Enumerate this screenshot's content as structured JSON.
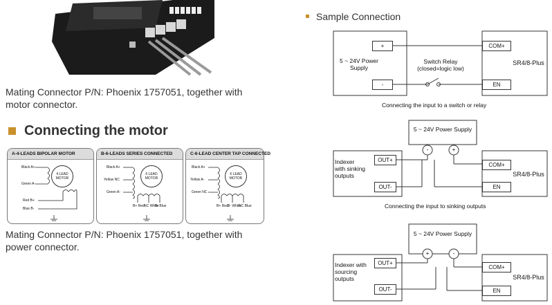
{
  "left": {
    "caption_1": "Mating Connector P/N: Phoenix 1757051, together with motor connector.",
    "heading": "Connecting the motor",
    "caption_2": "Mating Connector P/N: Phoenix 1757051, together with power connector.",
    "motor_boxes": [
      {
        "title": "A-4-LEADS BIPOLAR MOTOR",
        "labels": [
          "Black A+",
          "Green A-",
          "Red B+",
          "Blue B-"
        ],
        "motor": "4 LEAD MOTOR"
      },
      {
        "title": "B-6-LEADS SERIES CONNECTED",
        "labels": [
          "Black A+",
          "Yellow NC",
          "Green A-",
          "B+ Red",
          "NC White",
          "B- Blue"
        ],
        "motor": "6 LEAD MOTOR"
      },
      {
        "title": "C-6-LEAD CENTER TAP CONNECTED",
        "labels": [
          "Black A+",
          "Yellow A-",
          "Green NC",
          "B+ Red",
          "B- White",
          "NC Blue"
        ],
        "motor": "6 LEAD MOTOR"
      }
    ]
  },
  "right": {
    "title": "Sample Connection",
    "diagram1": {
      "supply": "5 ~ 24V Power Supply",
      "plus": "+",
      "minus": "-",
      "relay": "Switch Relay (closed=logic low)",
      "com": "COM+",
      "en": "EN",
      "device": "SR4/8-Plus",
      "caption": "Connecting the input to a switch or relay"
    },
    "diagram2": {
      "supply": "5 ~ 24V Power Supply",
      "minus": "-",
      "plus": "+",
      "indexer": "Indexer with sinking outputs",
      "outp": "OUT+",
      "outm": "OUT-",
      "com": "COM+",
      "en": "EN",
      "device": "SR4/8-Plus",
      "caption": "Connecting the input to sinking outputs"
    },
    "diagram3": {
      "supply": "5 ~ 24V Power Supply",
      "plus": "+",
      "minus": "-",
      "indexer": "Indexer with sourcing outputs",
      "outp": "OUT+",
      "outm": "OUT-",
      "com": "COM+",
      "en": "EN",
      "device": "SR4/8-Plus"
    }
  },
  "colors": {
    "accent": "#c8912e",
    "line": "#333333"
  }
}
